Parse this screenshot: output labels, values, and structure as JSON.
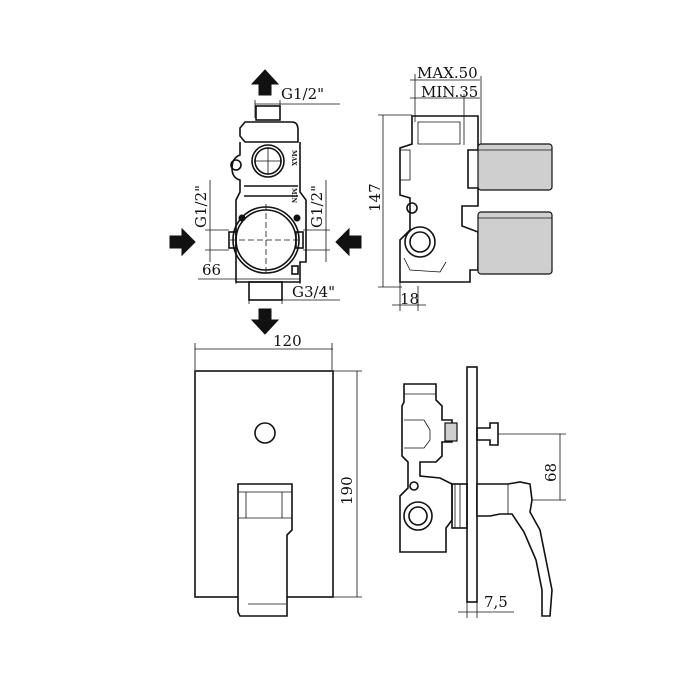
{
  "drawing": {
    "top_view": {
      "outlet_top": "G1/2\"",
      "inlet_left": "G1/2\"",
      "inlet_right": "G1/2\"",
      "outlet_bottom": "G3/4\"",
      "dim_66": "66",
      "marking_max": "MAX",
      "marking_min": "MIN"
    },
    "side_view": {
      "dim_max": "MAX.50",
      "dim_min": "MIN.35",
      "dim_147": "147",
      "dim_18": "18"
    },
    "front_view": {
      "dim_120": "120",
      "dim_190": "190"
    },
    "side_installed_view": {
      "dim_68": "68",
      "dim_7_5": "7,5"
    }
  }
}
